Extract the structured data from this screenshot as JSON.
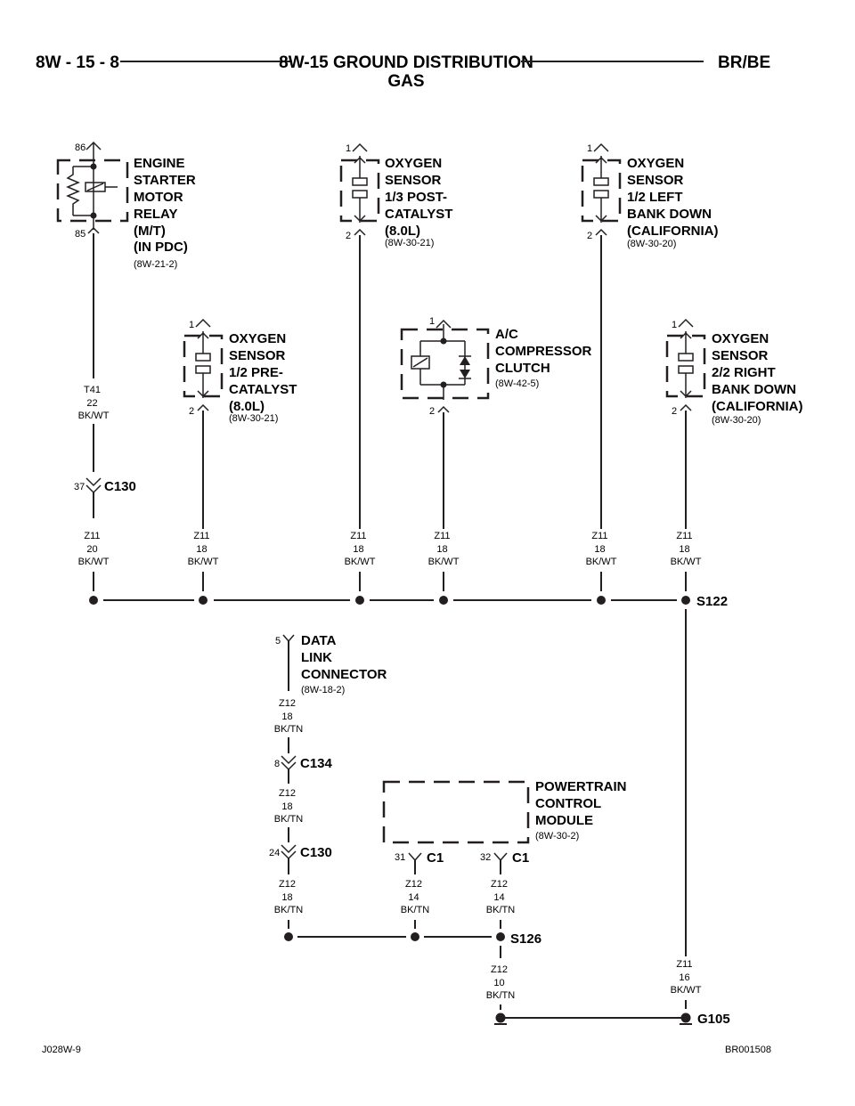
{
  "header": {
    "page_number": "8W - 15 - 8",
    "title_line1": "8W-15 GROUND DISTRIBUTION",
    "title_line2": "GAS",
    "model": "BR/BE"
  },
  "components": {
    "starter_relay": {
      "lines": [
        "ENGINE",
        "STARTER",
        "MOTOR",
        "RELAY",
        "(M/T)",
        "(IN PDC)"
      ],
      "ref": "(8W-21-2)",
      "pin_top": "86",
      "pin_bottom": "85"
    },
    "o2_13": {
      "lines": [
        "OXYGEN",
        "SENSOR",
        "1/3 POST-",
        "CATALYST",
        "(8.0L)"
      ],
      "ref": "(8W-30-21)",
      "pin_top": "1",
      "pin_bottom": "2"
    },
    "o2_12_left": {
      "lines": [
        "OXYGEN",
        "SENSOR",
        "1/2 LEFT",
        "BANK DOWN",
        "(CALIFORNIA)"
      ],
      "ref": "(8W-30-20)",
      "pin_top": "1",
      "pin_bottom": "2"
    },
    "o2_12_pre": {
      "lines": [
        "OXYGEN",
        "SENSOR",
        "1/2 PRE-",
        "CATALYST",
        "(8.0L)"
      ],
      "ref": "(8W-30-21)",
      "pin_top": "1",
      "pin_bottom": "2"
    },
    "ac_clutch": {
      "lines": [
        "A/C",
        "COMPRESSOR",
        "CLUTCH"
      ],
      "ref": "(8W-42-5)",
      "pin_top": "1",
      "pin_bottom": "2"
    },
    "o2_22_right": {
      "lines": [
        "OXYGEN",
        "SENSOR",
        "2/2 RIGHT",
        "BANK DOWN",
        "(CALIFORNIA)"
      ],
      "ref": "(8W-30-20)",
      "pin_top": "1",
      "pin_bottom": "2"
    },
    "dlc": {
      "lines": [
        "DATA",
        "LINK",
        "CONNECTOR"
      ],
      "ref": "(8W-18-2)",
      "pin": "5"
    },
    "pcm": {
      "lines": [
        "POWERTRAIN",
        "CONTROL",
        "MODULE"
      ],
      "ref": "(8W-30-2)",
      "pin_left": "31",
      "conn_left": "C1",
      "pin_right": "32",
      "conn_right": "C1"
    }
  },
  "connectors": {
    "c130_top": {
      "name": "C130",
      "pin": "37"
    },
    "c134": {
      "name": "C134",
      "pin": "8"
    },
    "c130_bottom": {
      "name": "C130",
      "pin": "24"
    }
  },
  "splices": {
    "s122": "S122",
    "s126": "S126",
    "g105": "G105"
  },
  "wires": {
    "t41": [
      "T41",
      "22",
      "BK/WT"
    ],
    "z11_a": [
      "Z11",
      "20",
      "BK/WT"
    ],
    "z11_b": [
      "Z11",
      "18",
      "BK/WT"
    ],
    "z11_c": [
      "Z11",
      "18",
      "BK/WT"
    ],
    "z11_d": [
      "Z11",
      "18",
      "BK/WT"
    ],
    "z11_e": [
      "Z11",
      "18",
      "BK/WT"
    ],
    "z11_f": [
      "Z11",
      "18",
      "BK/WT"
    ],
    "z11_g105": [
      "Z11",
      "16",
      "BK/WT"
    ],
    "z12_dlc": [
      "Z12",
      "18",
      "BK/TN"
    ],
    "z12_c134": [
      "Z12",
      "18",
      "BK/TN"
    ],
    "z12_c130": [
      "Z12",
      "18",
      "BK/TN"
    ],
    "z12_pcm31": [
      "Z12",
      "14",
      "BK/TN"
    ],
    "z12_pcm32": [
      "Z12",
      "14",
      "BK/TN"
    ],
    "z12_s126": [
      "Z12",
      "10",
      "BK/TN"
    ]
  },
  "footer": {
    "left": "J028W-9",
    "right": "BR001508"
  }
}
